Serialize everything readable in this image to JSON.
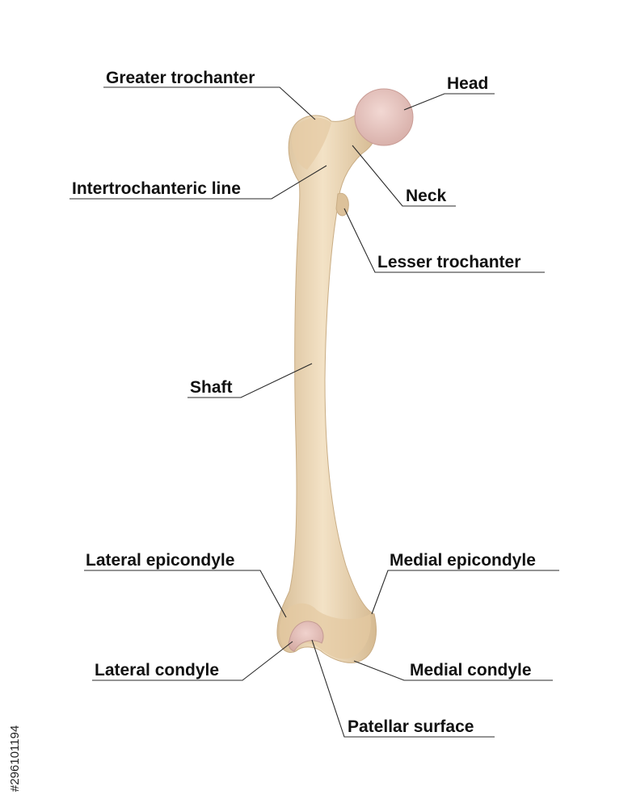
{
  "labels": {
    "greater_trochanter": "Greater trochanter",
    "head": "Head",
    "intertrochanteric_line": "Intertrochanteric line",
    "neck": "Neck",
    "lesser_trochanter": "Lesser trochanter",
    "shaft": "Shaft",
    "lateral_epicondyle": "Lateral epicondyle",
    "medial_epicondyle": "Medial epicondyle",
    "lateral_condyle": "Lateral condyle",
    "medial_condyle": "Medial condyle",
    "patellar_surface": "Patellar surface"
  },
  "watermark": "#296101194",
  "colors": {
    "bone": "#eed8b6",
    "bone_shade": "#d9bf97",
    "cartilage": "#e7c3bf",
    "leader": "#2a2a2a"
  }
}
